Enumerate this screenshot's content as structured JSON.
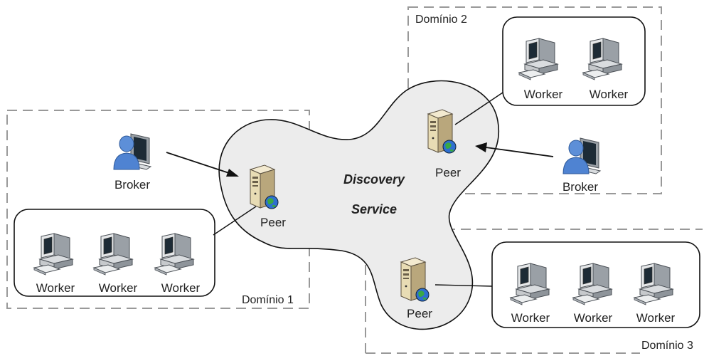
{
  "domains": {
    "d1": "Domínio 1",
    "d2": "Domínio 2",
    "d3": "Domínio 3"
  },
  "service": {
    "line1": "Discovery",
    "line2": "Service"
  },
  "nodes": {
    "peer": "Peer",
    "broker": "Broker",
    "worker": "Worker"
  }
}
